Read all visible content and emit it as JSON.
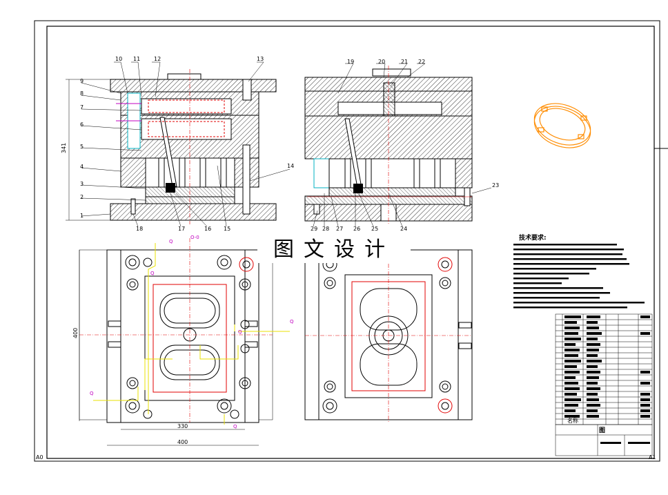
{
  "drawing": {
    "watermark": "图文设计",
    "notes_title": "技术要求:",
    "corner_left": "A0",
    "corner_right": "A1",
    "dim_height_front": "341",
    "dim_inner_width": "330",
    "dim_outer_width": "400",
    "dim_plate_height": "400",
    "origin_label": "O-0",
    "callouts_left": [
      "10",
      "11",
      "12",
      "13",
      "9",
      "8",
      "7",
      "6",
      "5",
      "4",
      "3",
      "2",
      "1",
      "18",
      "17",
      "16",
      "15",
      "14"
    ],
    "callouts_right": [
      "19",
      "20",
      "21",
      "22",
      "23",
      "29",
      "28",
      "27",
      "26",
      "25",
      "24"
    ],
    "table_header_a": "名称",
    "table_header_b": "图"
  },
  "colors": {
    "background": "#ffffff",
    "line": "#000000",
    "magenta": "#c000c0",
    "red": "#e00000",
    "yellow": "#e8e000",
    "cyan": "#00b0c0",
    "orange": "#ff8c00"
  }
}
